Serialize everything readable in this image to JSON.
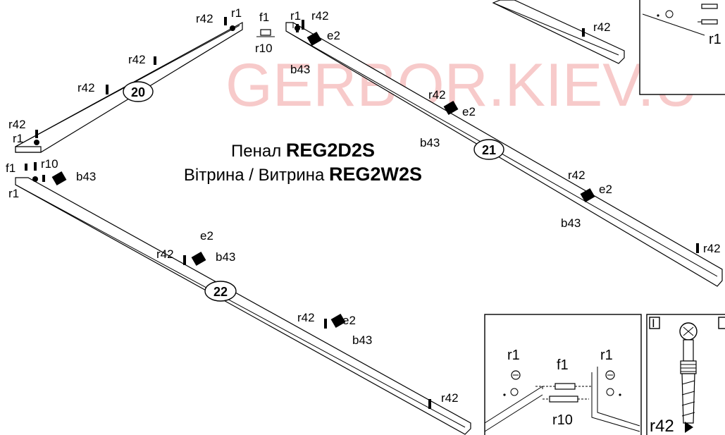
{
  "watermark": "GERBOR.KIEV.U",
  "title": {
    "line1_prefix": "Пенал",
    "line1_model": "REG2D2S",
    "line2_prefix": "Вітрина / Витрина",
    "line2_model": "REG2W2S"
  },
  "parts": {
    "p20": "20",
    "p21": "21",
    "p22": "22"
  },
  "hardware": {
    "r1": "r1",
    "r42": "r42",
    "f1": "f1",
    "r10": "r10",
    "e2": "e2",
    "b43": "b43"
  },
  "detail_panel": {
    "left_label": "r1",
    "right_label": "r1",
    "top_label": "f1",
    "bottom_label": "r10"
  },
  "cam_panel": {
    "corner_mark": "I",
    "label": "r42"
  },
  "top_right_panel": {
    "label": "r1"
  }
}
